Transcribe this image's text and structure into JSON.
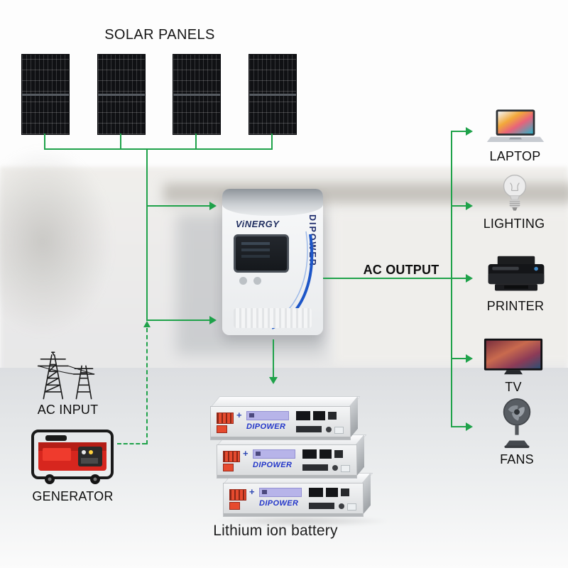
{
  "page": {
    "solar_panels_label": "SOLAR PANELS",
    "ac_input_label": "AC INPUT",
    "generator_label": "GENERATOR",
    "ac_output_label": "AC OUTPUT",
    "battery_caption": "Lithium ion battery",
    "inverter": {
      "brand": "ViNERGY",
      "side_text": "DIPOWER"
    },
    "battery": {
      "brand": "DIPOWER",
      "plus": "+"
    },
    "outputs": [
      {
        "label": "LAPTOP"
      },
      {
        "label": "LIGHTING"
      },
      {
        "label": "PRINTER"
      },
      {
        "label": "TV"
      },
      {
        "label": "FANS"
      }
    ],
    "colors": {
      "wire": "#1fa24a"
    }
  }
}
